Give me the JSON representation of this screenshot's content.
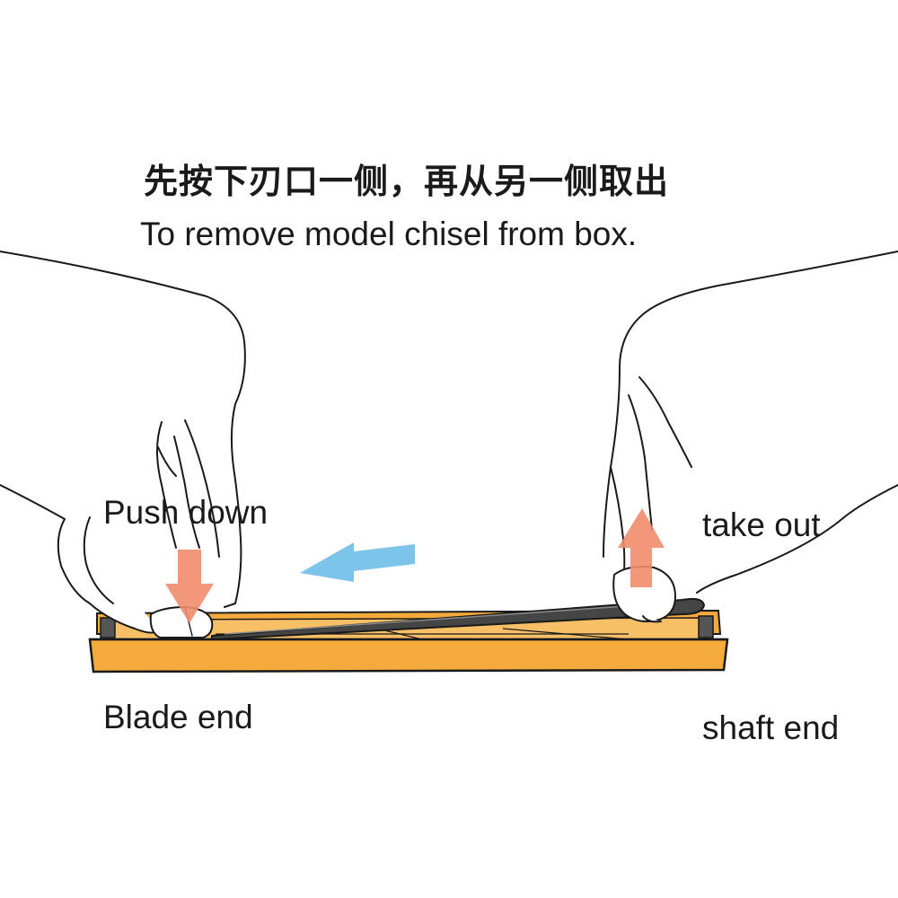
{
  "title": {
    "chinese": "先按下刃口一侧，再从另一侧取出",
    "english": "To remove model chisel from box."
  },
  "labels": {
    "push_down": "Push down",
    "take_out": "take out",
    "blade_end": "Blade end",
    "shaft_end": "shaft end"
  },
  "colors": {
    "box_orange": "#f5ab3c",
    "box_inner": "#f7bf66",
    "arrow_salmon": "#ef8c6c",
    "arrow_blue": "#7cc4ea",
    "chisel_dark": "#454545",
    "outline": "#1a1a1a"
  },
  "icons": {
    "push_arrow": "arrow-down-icon",
    "lift_arrow": "arrow-up-icon",
    "slide_arrow": "arrow-left-icon"
  }
}
